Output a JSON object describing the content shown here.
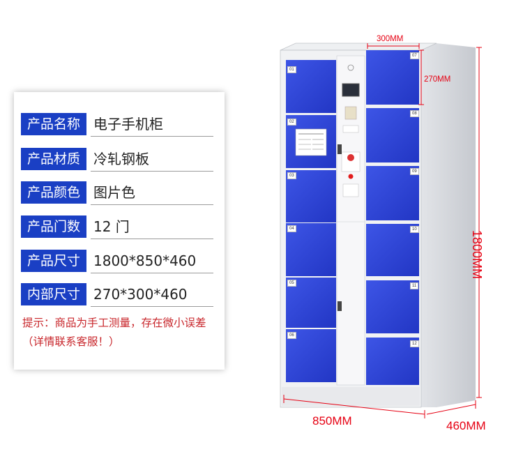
{
  "specs": [
    {
      "label": "产品名称",
      "value": "电子手机柜"
    },
    {
      "label": "产品材质",
      "value": "冷轧钢板"
    },
    {
      "label": "产品颜色",
      "value": "图片色"
    },
    {
      "label": "产品门数",
      "value": "12 门"
    },
    {
      "label": "产品尺寸",
      "value": "1800*850*460"
    },
    {
      "label": "内部尺寸",
      "value": "270*300*460"
    }
  ],
  "note": "提示：商品为手工测量，存在微小误差（详情联系客服！）",
  "dimensions": {
    "door_width": "300MM",
    "door_height": "270MM",
    "height": "1800MM",
    "width": "850MM",
    "depth": "460MM"
  },
  "door_numbers": [
    "01",
    "02",
    "03",
    "04",
    "05",
    "06",
    "07",
    "08",
    "09",
    "10",
    "11",
    "12"
  ],
  "colors": {
    "label_bg": "#1a3fc4",
    "door_blue": "#2e44d6",
    "dimension_red": "#e60012",
    "note_red": "#c8262b"
  }
}
